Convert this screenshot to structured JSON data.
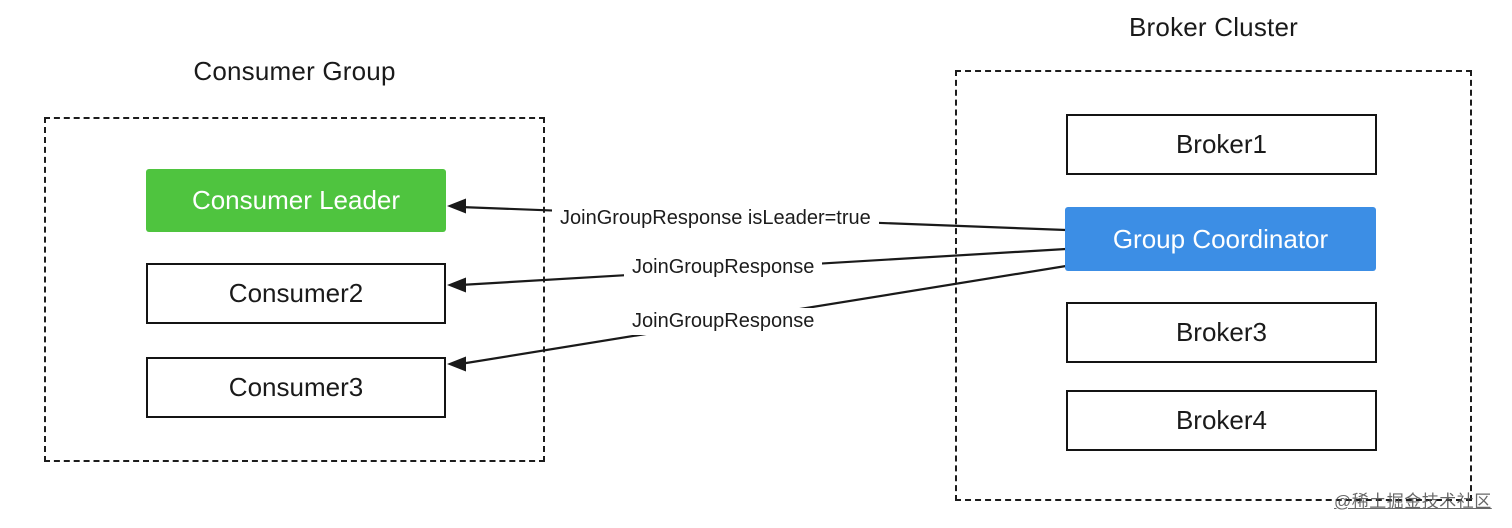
{
  "consumer_group": {
    "title": "Consumer Group",
    "nodes": [
      {
        "label": "Consumer Leader",
        "style": "green-filled"
      },
      {
        "label": "Consumer2",
        "style": "outlined"
      },
      {
        "label": "Consumer3",
        "style": "outlined"
      }
    ]
  },
  "broker_cluster": {
    "title": "Broker Cluster",
    "nodes": [
      {
        "label": "Broker1",
        "style": "outlined"
      },
      {
        "label": "Group Coordinator",
        "style": "blue-filled"
      },
      {
        "label": "Broker3",
        "style": "outlined"
      },
      {
        "label": "Broker4",
        "style": "outlined"
      }
    ]
  },
  "edges": [
    {
      "from": "Group Coordinator",
      "to": "Consumer Leader",
      "label": "JoinGroupResponse isLeader=true"
    },
    {
      "from": "Group Coordinator",
      "to": "Consumer2",
      "label": "JoinGroupResponse"
    },
    {
      "from": "Group Coordinator",
      "to": "Consumer3",
      "label": "JoinGroupResponse"
    }
  ],
  "watermark": "@稀土掘金技术社区",
  "colors": {
    "consumer_leader_fill": "#4FC43F",
    "group_coordinator_fill": "#3C8EE5",
    "line": "#1a1a1a"
  }
}
